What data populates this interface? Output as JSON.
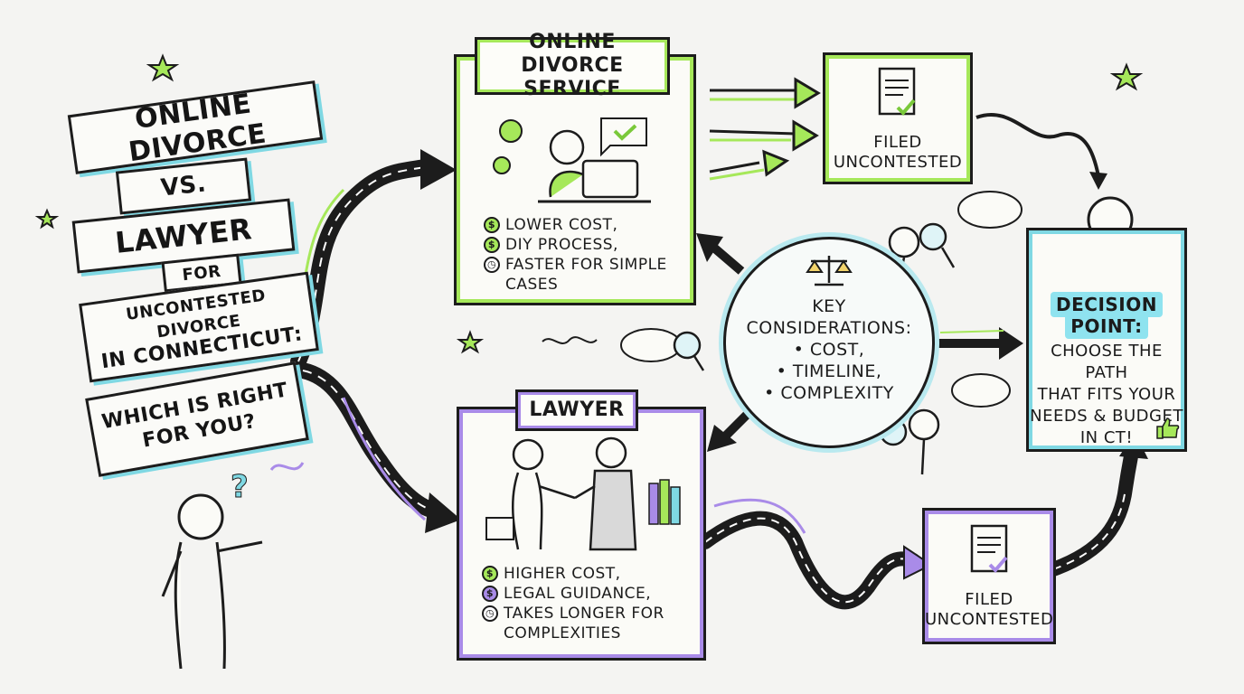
{
  "title": {
    "line1": "ONLINE DIVORCE",
    "line2": "VS.",
    "line3": "LAWYER",
    "line4": "FOR",
    "line5": "UNCONTESTED DIVORCE",
    "line6": "IN CONNECTICUT:",
    "line7": "WHICH IS RIGHT",
    "line8": "FOR YOU?"
  },
  "online": {
    "title_line1": "ONLINE DIVORCE",
    "title_line2": "SERVICE",
    "bullets": [
      "LOWER COST,",
      "DIY PROCESS,",
      "FASTER FOR SIMPLE",
      "CASES"
    ]
  },
  "lawyer": {
    "title": "LAWYER",
    "bullets": [
      "HIGHER COST,",
      "LEGAL GUIDANCE,",
      "TAKES LONGER FOR",
      "COMPLEXITIES"
    ]
  },
  "filed_top": {
    "line1": "FILED",
    "line2": "UNCONTESTED"
  },
  "filed_bottom": {
    "line1": "FILED",
    "line2": "UNCONTESTED"
  },
  "considerations": {
    "line1": "KEY",
    "line2": "CONSIDERATIONS:",
    "line3": "• COST,",
    "line4": "• TIMELINE,",
    "line5": "• COMPLEXITY"
  },
  "decision": {
    "line1": "DECISION",
    "line2": "POINT:",
    "line3": "CHOOSE THE PATH",
    "line4": "THAT FITS YOUR",
    "line5": "NEEDS & BUDGET",
    "line6": "IN CT!"
  },
  "icons": {
    "dollar": "$",
    "clock": "clock-icon",
    "question": "?"
  },
  "colors": {
    "green": "#a6e85a",
    "purple": "#a98be8",
    "teal": "#7fd8e3",
    "ink": "#1c1c1c"
  }
}
